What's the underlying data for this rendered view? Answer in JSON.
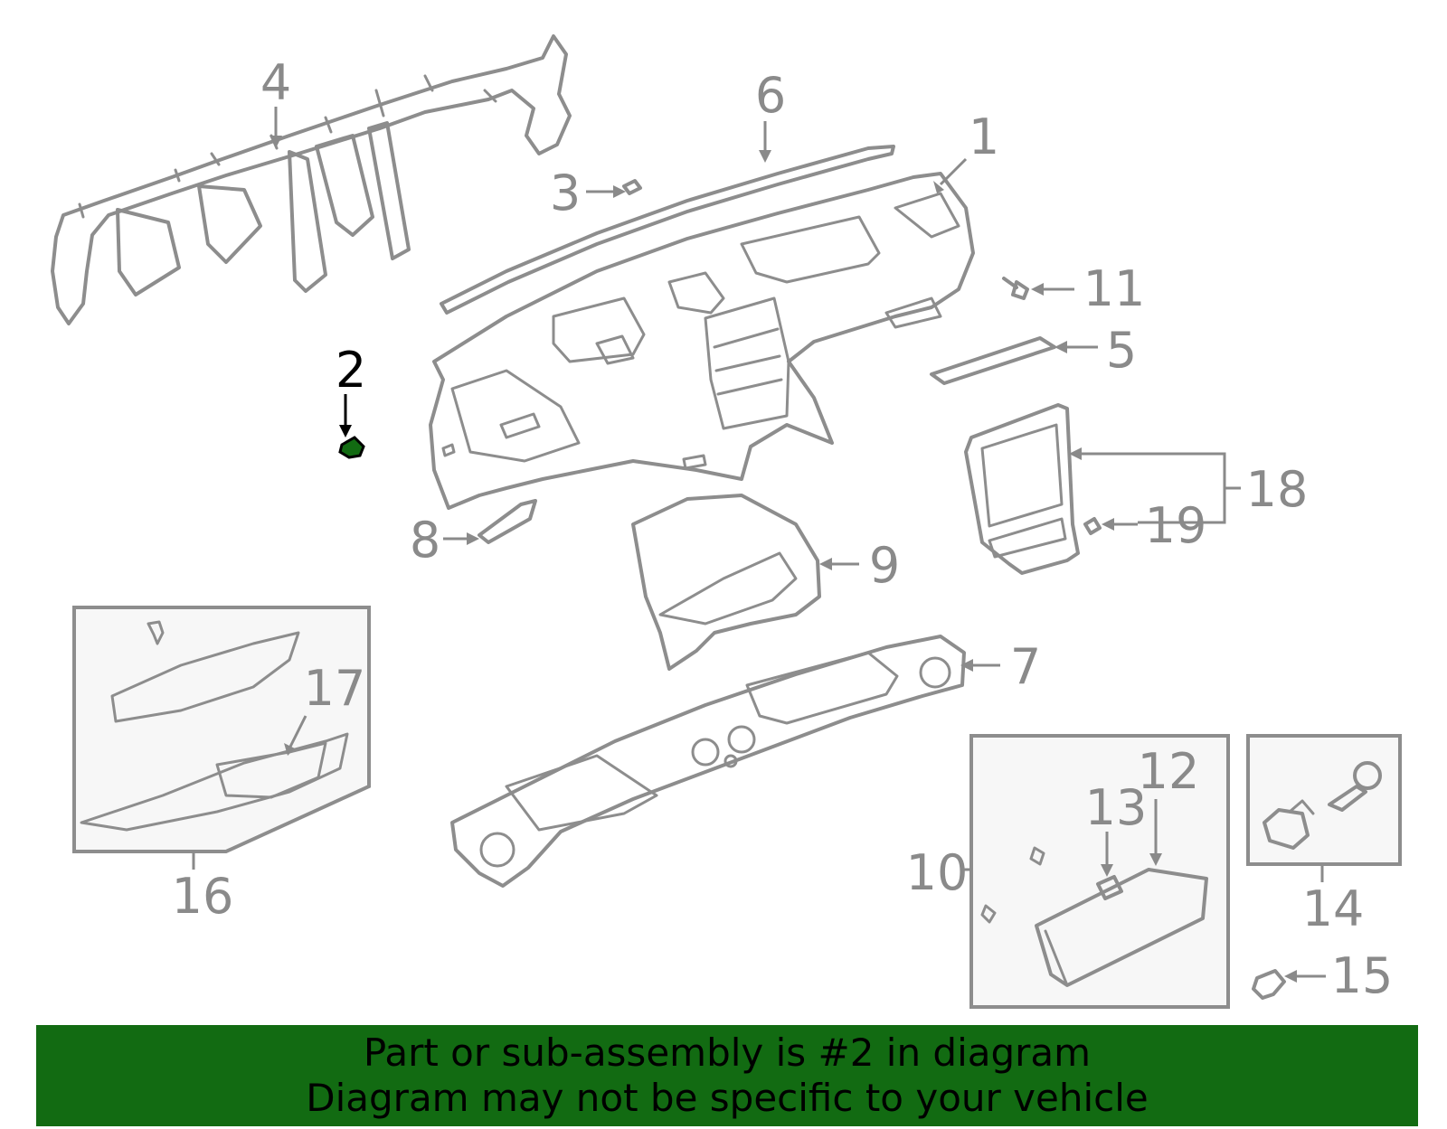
{
  "diagram": {
    "callouts": [
      {
        "id": "c1",
        "label": "1"
      },
      {
        "id": "c2",
        "label": "2"
      },
      {
        "id": "c3",
        "label": "3"
      },
      {
        "id": "c4",
        "label": "4"
      },
      {
        "id": "c5",
        "label": "5"
      },
      {
        "id": "c6",
        "label": "6"
      },
      {
        "id": "c7",
        "label": "7"
      },
      {
        "id": "c8",
        "label": "8"
      },
      {
        "id": "c9",
        "label": "9"
      },
      {
        "id": "c10",
        "label": "10"
      },
      {
        "id": "c11",
        "label": "11"
      },
      {
        "id": "c12",
        "label": "12"
      },
      {
        "id": "c13",
        "label": "13"
      },
      {
        "id": "c14",
        "label": "14"
      },
      {
        "id": "c15",
        "label": "15"
      },
      {
        "id": "c16",
        "label": "16"
      },
      {
        "id": "c17",
        "label": "17"
      },
      {
        "id": "c18",
        "label": "18"
      },
      {
        "id": "c19",
        "label": "19"
      }
    ],
    "highlighted_part": "2",
    "highlight_color": "#126b12",
    "line_color": "#8d8d8d"
  },
  "banner": {
    "line1": "Part or sub-assembly is #2 in diagram",
    "line2": "Diagram may not be specific to your vehicle",
    "background": "#126b12"
  }
}
